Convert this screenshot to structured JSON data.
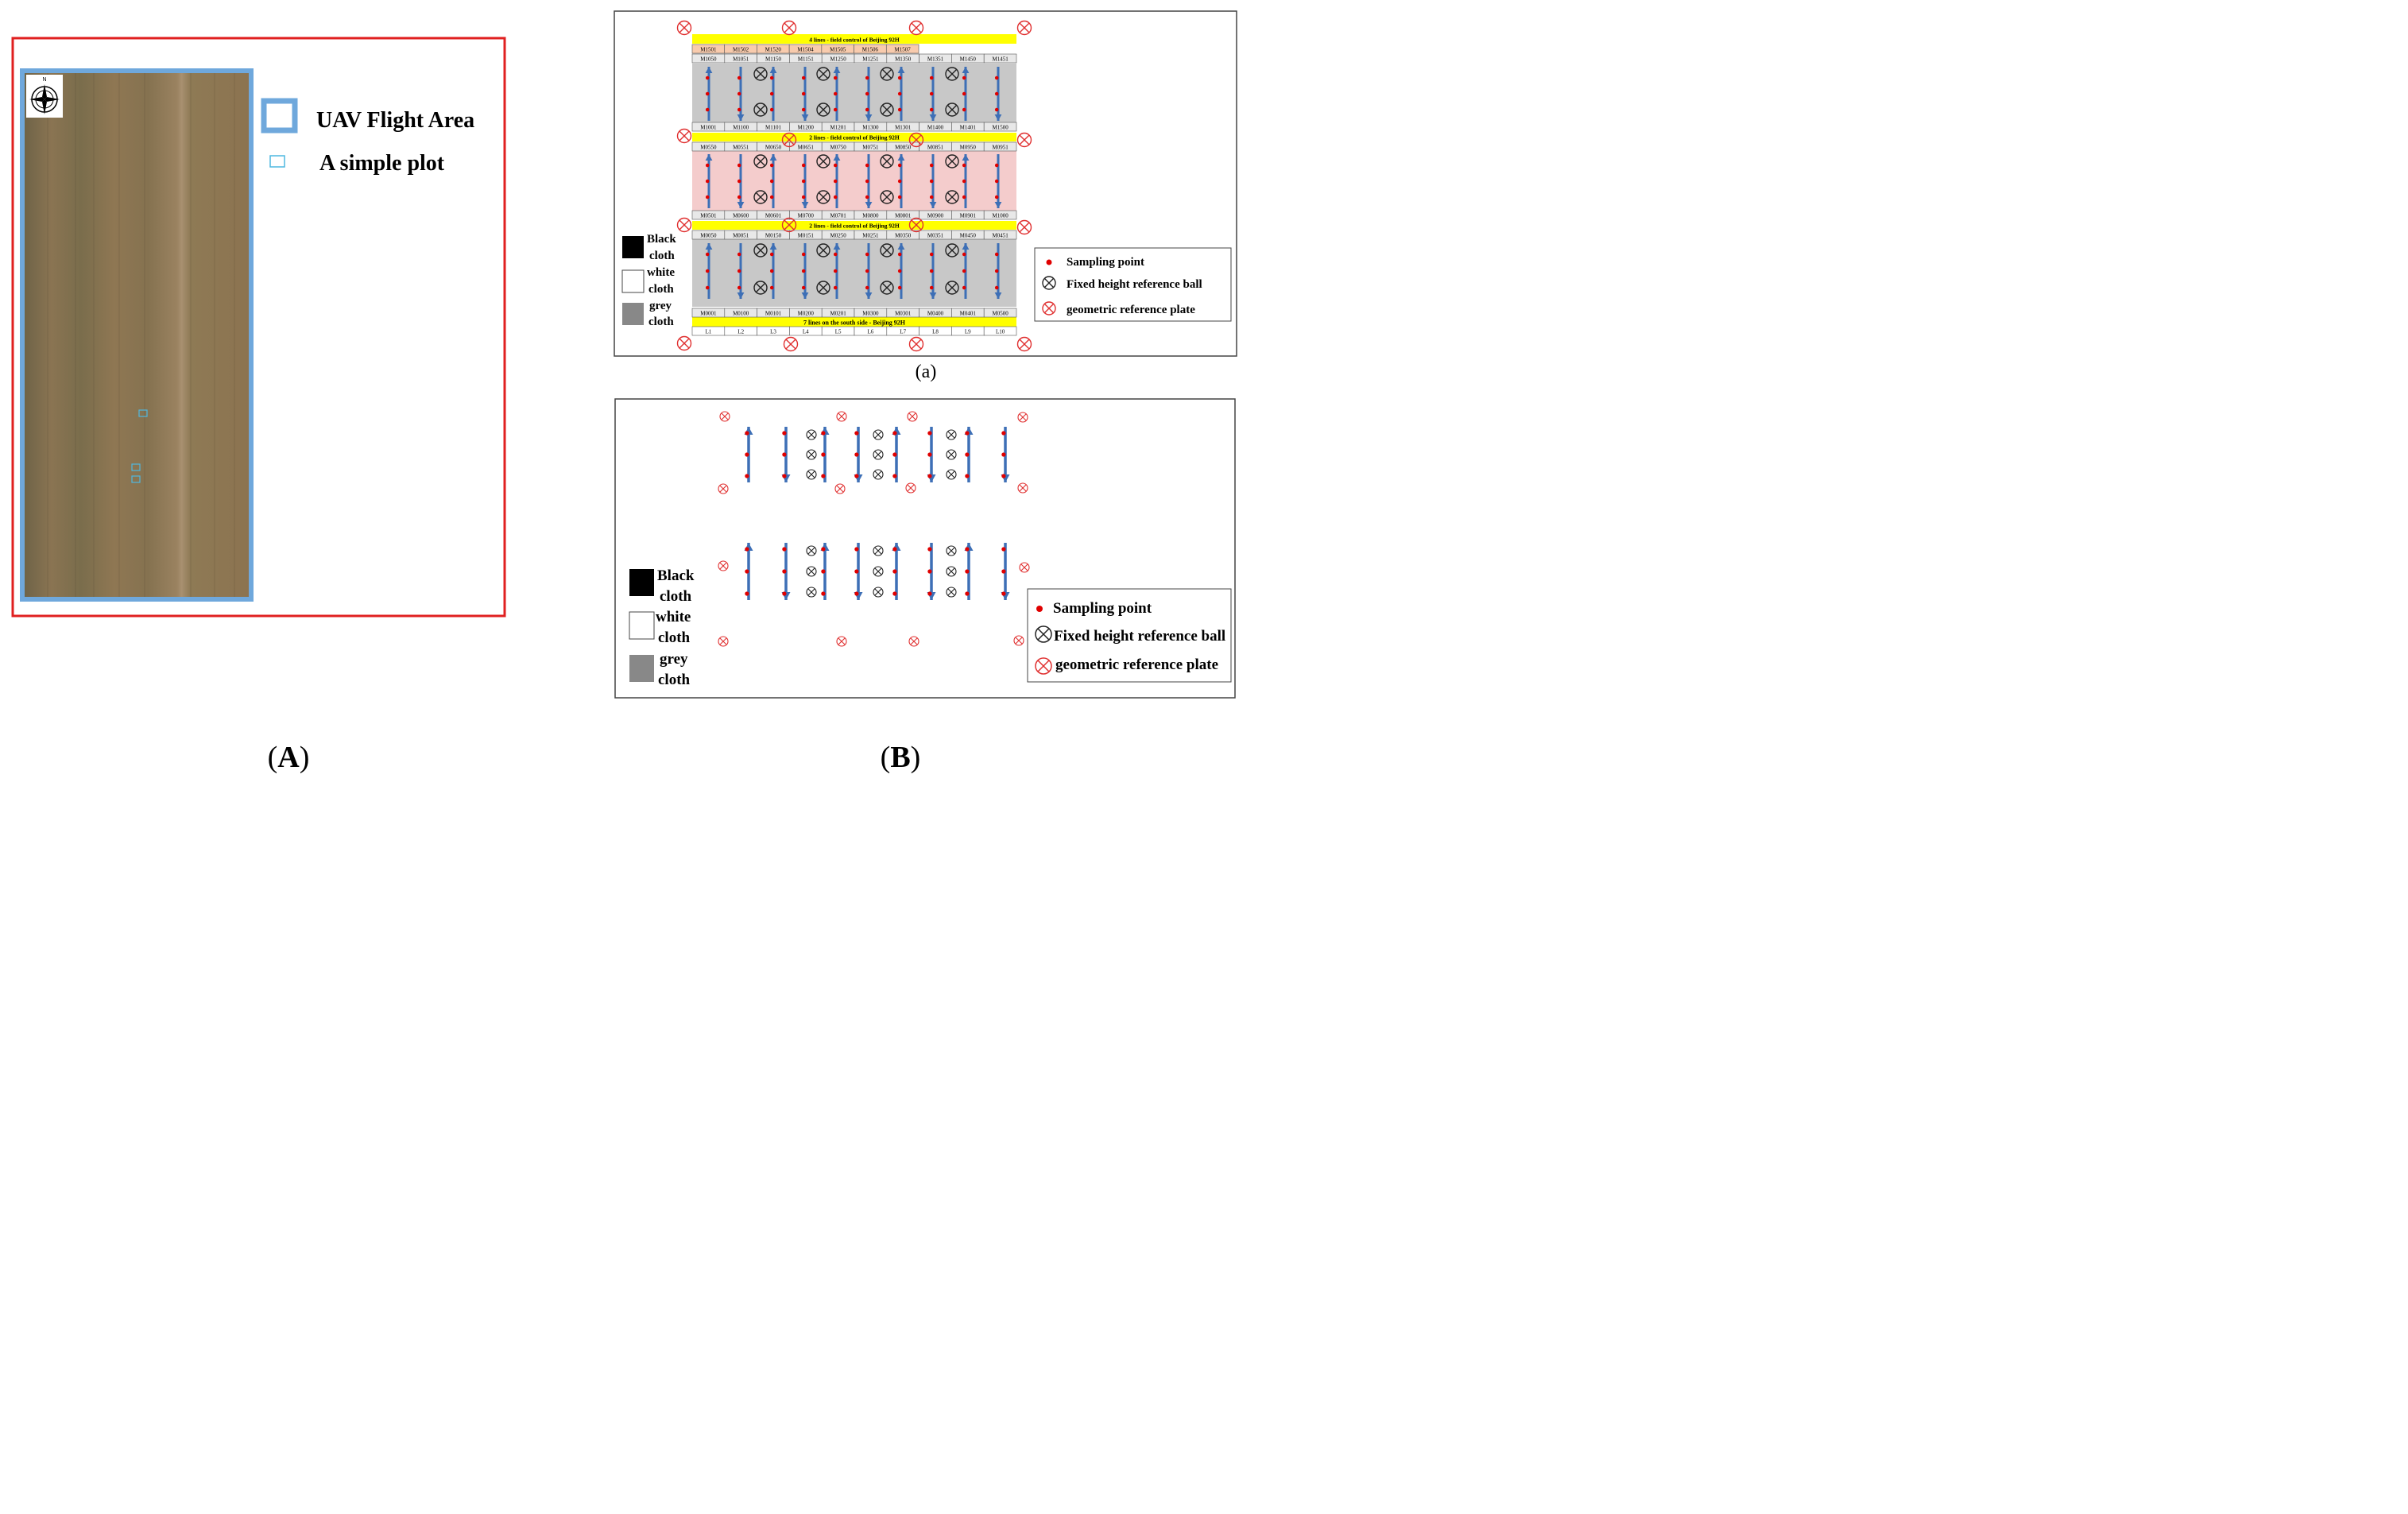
{
  "panelA": {
    "legend": {
      "flight_area": "UAV Flight Area",
      "plot": "A simple plot"
    },
    "compass_letter": "N",
    "caption": {
      "open": "(",
      "letter": "A",
      "close": ")"
    },
    "colors": {
      "frame": "#e02020",
      "flight_area": "#6fa8dc",
      "field": "#8a7350",
      "plot": "#4fb8e0"
    }
  },
  "panelB": {
    "caption": {
      "open": "(",
      "letter": "B",
      "close": ")"
    },
    "sub_a": {
      "label": "(a)",
      "banners": [
        "4 lines - field control of Beijing 92H",
        "2 lines - field control of Beijing 92H",
        "2 lines - field control of Beijing 92H",
        "7 lines on the south side - Beijing 92H"
      ],
      "rows": [
        [
          "M1501",
          "M1502",
          "M1520",
          "M1504",
          "M1505",
          "M1506",
          "M1507"
        ],
        [
          "M1050",
          "M1051",
          "M1150",
          "M1151",
          "M1250",
          "M1251",
          "M1350",
          "M1351",
          "M1450",
          "M1451"
        ],
        [
          "M1001",
          "M1100",
          "M1101",
          "M1200",
          "M1201",
          "M1300",
          "M1301",
          "M1400",
          "M1401",
          "M1500"
        ],
        [
          "M0550",
          "M0551",
          "M0650",
          "M0651",
          "M0750",
          "M0751",
          "M0850",
          "M0851",
          "M0950",
          "M0951"
        ],
        [
          "M0501",
          "M0600",
          "M0601",
          "M0700",
          "M0701",
          "M0800",
          "M0801",
          "M0900",
          "M0901",
          "M1000"
        ],
        [
          "M0050",
          "M0051",
          "M0150",
          "M0151",
          "M0250",
          "M0251",
          "M0350",
          "M0351",
          "M0450",
          "M0451"
        ],
        [
          "M0001",
          "M0100",
          "M0101",
          "M0200",
          "M0201",
          "M0300",
          "M0301",
          "M0400",
          "M0401",
          "M0500"
        ],
        [
          "L1",
          "L2",
          "L3",
          "L4",
          "L5",
          "L6",
          "L7",
          "L8",
          "L9",
          "L10"
        ]
      ],
      "cloth_legend": [
        "Black",
        "cloth",
        "white",
        "cloth",
        "grey",
        "cloth"
      ],
      "symbol_legend": [
        "Sampling point",
        "Fixed height reference ball",
        "geometric reference plate"
      ]
    },
    "sub_b": {
      "cloth_legend": [
        "Black",
        "cloth",
        "white",
        "cloth",
        "grey",
        "cloth"
      ],
      "symbol_legend": [
        "Sampling point",
        "Fixed height reference ball",
        "geometric reference plate"
      ]
    },
    "colors": {
      "banner": "#ffff00",
      "gray_block": "#c8c8c8",
      "pink_block": "#f4cccc",
      "top_cells": "#f8cbad",
      "arrow": "#3d6fb6",
      "point": "#e00000",
      "plate": "#e03030",
      "ball": "#222222"
    }
  }
}
